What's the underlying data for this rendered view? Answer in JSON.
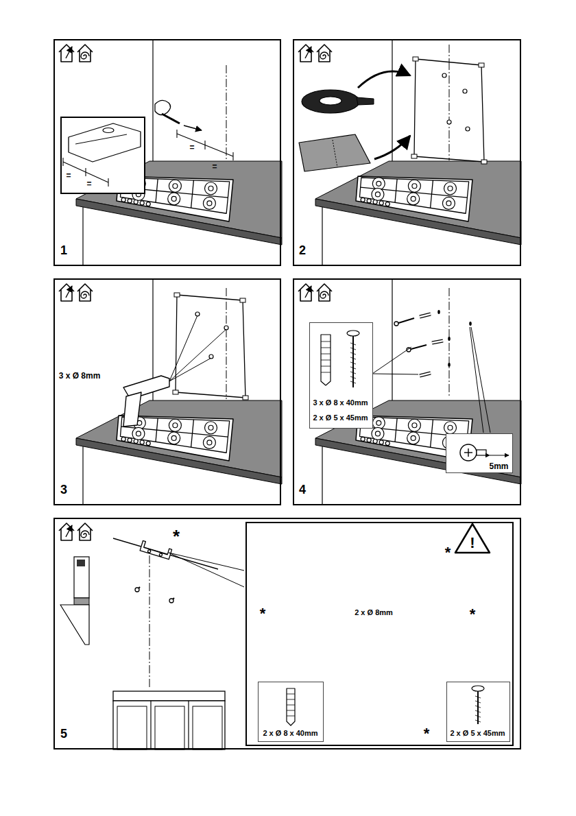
{
  "diagram": {
    "nodes": [
      {
        "text": [
          "1",
          "=",
          "="
        ]
      },
      {
        "text": [
          "=",
          "="
        ],
        "in": 0
      },
      {
        "text": [
          "2"
        ]
      },
      {
        "text": [
          "3",
          "3 x Ø 8mm"
        ]
      },
      {
        "text": [
          "4"
        ]
      },
      {
        "text": [
          "3 x Ø 8 x 40mm",
          "2 x Ø 5 x 45mm"
        ],
        "in": 4
      },
      {
        "text": [
          "5mm"
        ],
        "in": 4
      },
      {
        "text": [
          "5",
          "*"
        ]
      },
      {
        "text": [
          "*",
          "*",
          "*",
          "2 x Ø 8mm",
          "*"
        ],
        "in": 7
      },
      {
        "text": [
          "!"
        ],
        "in": 8
      },
      {
        "text": [
          "2 x Ø 8 x 40mm"
        ],
        "in": 8
      },
      {
        "text": [
          "2 x Ø 5 x 45mm"
        ],
        "in": 8
      }
    ]
  }
}
